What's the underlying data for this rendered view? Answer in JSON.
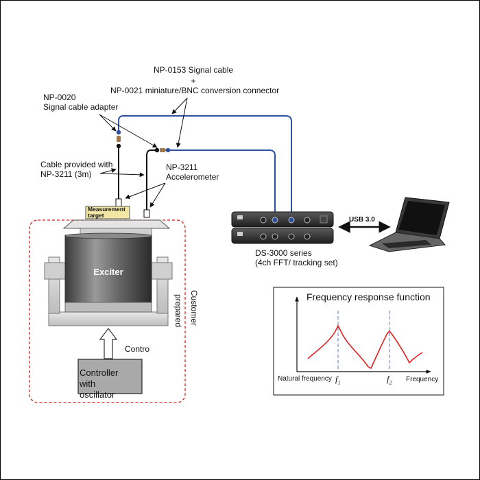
{
  "labels": {
    "signal_cable": "NP-0153 Signal cable",
    "plus": "+",
    "conversion_connector": "NP-0021 miniature/BNC conversion connector",
    "adapter_model": "NP-0020",
    "adapter_name": "Signal cable adapter",
    "cable_line1": "Cable provided with",
    "cable_line2": "NP-3211 (3m)",
    "accel_model": "NP-3211",
    "accel_name": "Accelerometer",
    "measurement_target_1": "Measurement",
    "measurement_target_2": "target",
    "exciter": "Exciter",
    "customer": "Customer",
    "prepared": "prepared",
    "contro": "Contro",
    "controller_1": "Controller",
    "controller_2": "with",
    "controller_3": "oscillator",
    "ds_1": "DS-3000 series",
    "ds_2": "(4ch FFT/ tracking set)",
    "usb": "USB 3.0"
  },
  "frf": {
    "title": "Frequency response function",
    "natural_frequency": "Natural frequency",
    "f1": "f",
    "f1_sub": "1",
    "f2": "f",
    "f2_sub": "2",
    "xlabel": "Frequency"
  },
  "colors": {
    "cable_blue": "#2f4fa0",
    "dashed_red": "#e01a1a",
    "curve_red": "#e02020",
    "marker_blue": "#5a78c8"
  }
}
